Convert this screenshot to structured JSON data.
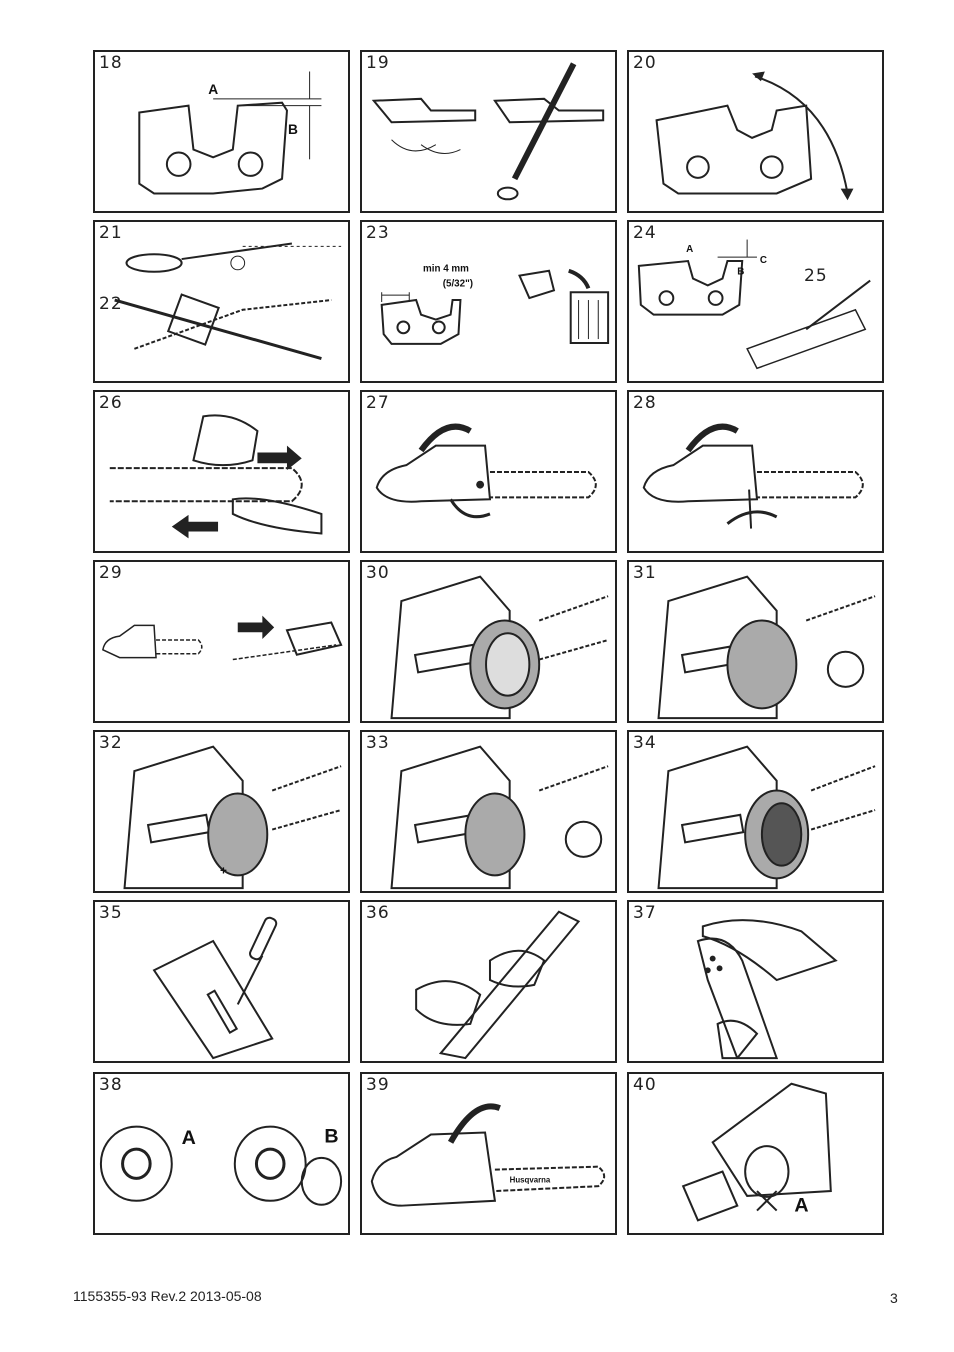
{
  "figures": [
    {
      "number": "18",
      "labels": [
        "A",
        "B"
      ]
    },
    {
      "number": "19",
      "labels": []
    },
    {
      "number": "20",
      "labels": []
    },
    {
      "number": "21",
      "labels": []
    },
    {
      "number": "22",
      "labels": []
    },
    {
      "number": "23",
      "labels": [
        "min 4 mm",
        "(5/32\")"
      ]
    },
    {
      "number": "24",
      "labels": [
        "A",
        "B",
        "C"
      ]
    },
    {
      "number": "25",
      "labels": []
    },
    {
      "number": "26",
      "labels": []
    },
    {
      "number": "27",
      "labels": []
    },
    {
      "number": "28",
      "labels": []
    },
    {
      "number": "29",
      "labels": []
    },
    {
      "number": "30",
      "labels": []
    },
    {
      "number": "31",
      "labels": []
    },
    {
      "number": "32",
      "labels": [
        "+"
      ]
    },
    {
      "number": "33",
      "labels": []
    },
    {
      "number": "34",
      "labels": []
    },
    {
      "number": "35",
      "labels": []
    },
    {
      "number": "36",
      "labels": []
    },
    {
      "number": "37",
      "labels": []
    },
    {
      "number": "38",
      "labels": [
        "A",
        "B"
      ]
    },
    {
      "number": "39",
      "labels": [
        "Husqvarna"
      ]
    },
    {
      "number": "40",
      "labels": [
        "A"
      ]
    }
  ],
  "footer": {
    "doc_id": "1155355-93 Rev.2 2013-05-08",
    "page_number": "3"
  }
}
